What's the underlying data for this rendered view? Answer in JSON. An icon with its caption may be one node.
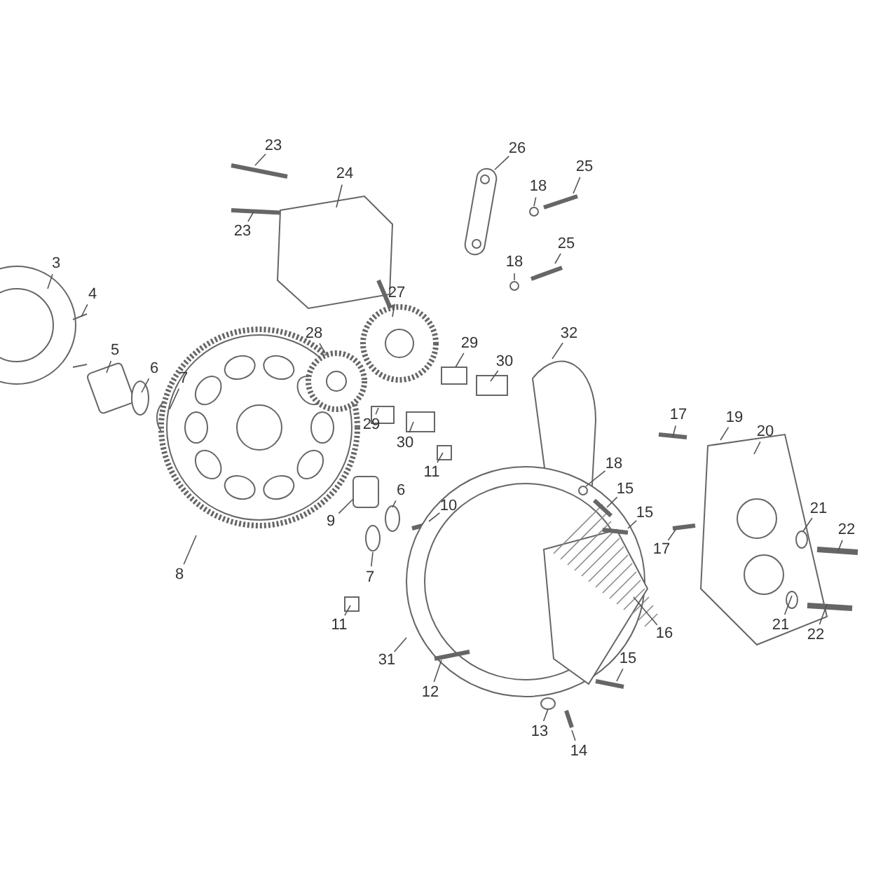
{
  "diagram": {
    "nodes": [
      {
        "text": [
          "23"
        ]
      },
      {
        "text": [
          "26"
        ]
      },
      {
        "text": [
          "25"
        ]
      },
      {
        "text": [
          "24"
        ]
      },
      {
        "text": [
          "18"
        ]
      },
      {
        "text": [
          "23"
        ]
      },
      {
        "text": [
          "25"
        ]
      },
      {
        "text": [
          "18"
        ]
      },
      {
        "text": [
          "3"
        ]
      },
      {
        "text": [
          "27"
        ]
      },
      {
        "text": [
          "4"
        ]
      },
      {
        "text": [
          "28"
        ]
      },
      {
        "text": [
          "32"
        ]
      },
      {
        "text": [
          "29"
        ]
      },
      {
        "text": [
          "5"
        ]
      },
      {
        "text": [
          "30"
        ]
      },
      {
        "text": [
          "6"
        ]
      },
      {
        "text": [
          "7"
        ]
      },
      {
        "text": [
          "17"
        ]
      },
      {
        "text": [
          "19"
        ]
      },
      {
        "text": [
          "29"
        ]
      },
      {
        "text": [
          "20"
        ]
      },
      {
        "text": [
          "30"
        ]
      },
      {
        "text": [
          "18"
        ]
      },
      {
        "text": [
          "11"
        ]
      },
      {
        "text": [
          "15"
        ]
      },
      {
        "text": [
          "6"
        ]
      },
      {
        "text": [
          "9"
        ]
      },
      {
        "text": [
          "21"
        ]
      },
      {
        "text": [
          "15"
        ]
      },
      {
        "text": [
          "10"
        ]
      },
      {
        "text": [
          "22"
        ]
      },
      {
        "text": [
          "17"
        ]
      },
      {
        "text": [
          "7"
        ]
      },
      {
        "text": [
          "8"
        ]
      },
      {
        "text": [
          "11"
        ]
      },
      {
        "text": [
          "21"
        ]
      },
      {
        "text": [
          "16"
        ]
      },
      {
        "text": [
          "22"
        ]
      },
      {
        "text": [
          "15"
        ]
      },
      {
        "text": [
          "31"
        ]
      },
      {
        "text": [
          "12"
        ]
      },
      {
        "text": [
          "13"
        ]
      },
      {
        "text": [
          "14"
        ]
      }
    ],
    "edges": [
      {
        "from": 0,
        "to": null,
        "arrow": "none"
      },
      {
        "from": 1,
        "to": null,
        "arrow": "none"
      },
      {
        "from": 2,
        "to": null,
        "arrow": "none"
      },
      {
        "from": 3,
        "to": null,
        "arrow": "none"
      },
      {
        "from": 4,
        "to": null,
        "arrow": "none"
      },
      {
        "from": 5,
        "to": null,
        "arrow": "none"
      },
      {
        "from": 6,
        "to": null,
        "arrow": "none"
      },
      {
        "from": 7,
        "to": null,
        "arrow": "none"
      },
      {
        "from": 8,
        "to": null,
        "arrow": "none"
      },
      {
        "from": 9,
        "to": null,
        "arrow": "none"
      },
      {
        "from": 10,
        "to": null,
        "arrow": "none"
      },
      {
        "from": 11,
        "to": null,
        "arrow": "none"
      },
      {
        "from": 12,
        "to": null,
        "arrow": "none"
      },
      {
        "from": 13,
        "to": null,
        "arrow": "none"
      },
      {
        "from": 14,
        "to": null,
        "arrow": "none"
      },
      {
        "from": 15,
        "to": null,
        "arrow": "none"
      },
      {
        "from": 16,
        "to": null,
        "arrow": "none"
      },
      {
        "from": 17,
        "to": null,
        "arrow": "none"
      },
      {
        "from": 18,
        "to": null,
        "arrow": "none"
      },
      {
        "from": 19,
        "to": null,
        "arrow": "none"
      },
      {
        "from": 20,
        "to": null,
        "arrow": "none"
      },
      {
        "from": 21,
        "to": null,
        "arrow": "none"
      },
      {
        "from": 22,
        "to": null,
        "arrow": "none"
      },
      {
        "from": 23,
        "to": null,
        "arrow": "none"
      },
      {
        "from": 24,
        "to": null,
        "arrow": "none"
      },
      {
        "from": 25,
        "to": null,
        "arrow": "none"
      },
      {
        "from": 26,
        "to": null,
        "arrow": "none"
      },
      {
        "from": 27,
        "to": null,
        "arrow": "none"
      },
      {
        "from": 28,
        "to": null,
        "arrow": "none"
      },
      {
        "from": 29,
        "to": null,
        "arrow": "none"
      },
      {
        "from": 30,
        "to": null,
        "arrow": "none"
      },
      {
        "from": 31,
        "to": null,
        "arrow": "none"
      },
      {
        "from": 32,
        "to": null,
        "arrow": "none"
      },
      {
        "from": 33,
        "to": null,
        "arrow": "none"
      },
      {
        "from": 34,
        "to": null,
        "arrow": "none"
      },
      {
        "from": 35,
        "to": null,
        "arrow": "none"
      },
      {
        "from": 36,
        "to": null,
        "arrow": "none"
      },
      {
        "from": 37,
        "to": null,
        "arrow": "none"
      },
      {
        "from": 38,
        "to": null,
        "arrow": "none"
      },
      {
        "from": 39,
        "to": null,
        "arrow": "none"
      },
      {
        "from": 40,
        "to": null,
        "arrow": "none"
      },
      {
        "from": 41,
        "to": null,
        "arrow": "none"
      },
      {
        "from": 42,
        "to": null,
        "arrow": "none"
      },
      {
        "from": 43,
        "to": null,
        "arrow": "none"
      }
    ]
  }
}
